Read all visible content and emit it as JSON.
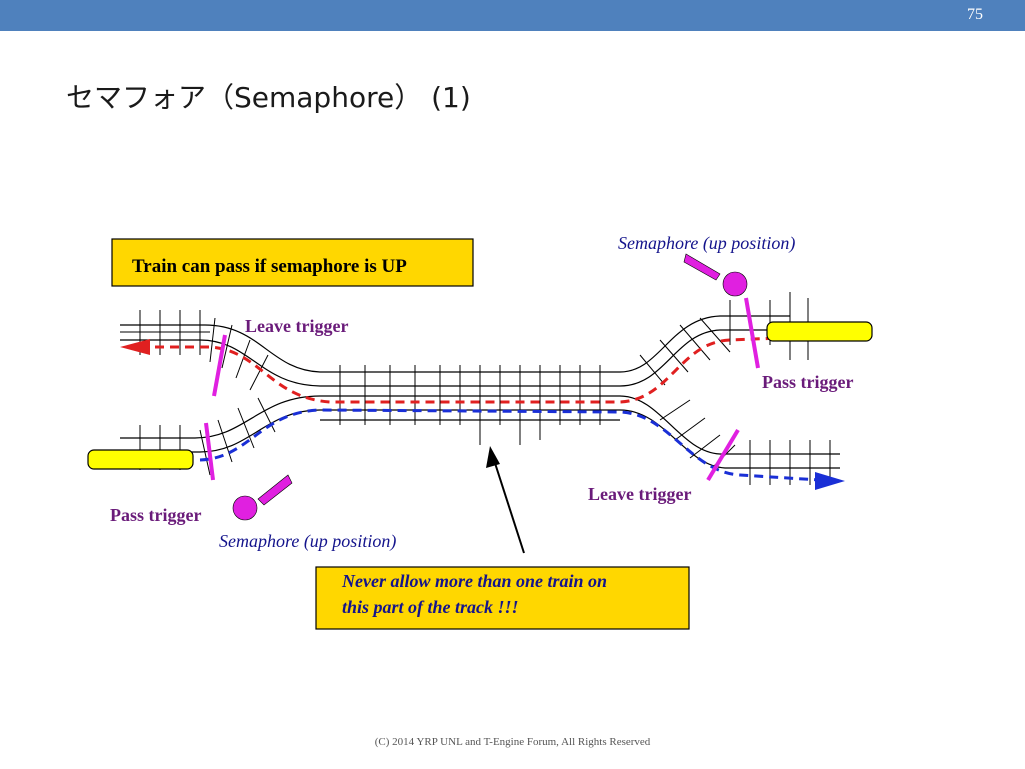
{
  "slide": {
    "number": "75",
    "title": "セマフォア（Semaphore） (1)",
    "footer": "(C) 2014 YRP UNL and T-Engine Forum, All Rights Reserved"
  },
  "diagram": {
    "box_top": "Train can pass if semaphore is UP",
    "box_bottom_line1": "Never allow more than one train on",
    "box_bottom_line2": "this part of the track !!!",
    "semaphore_top_label": "Semaphore (up position)",
    "semaphore_bottom_label": "Semaphore (up position)",
    "leave_trigger_left": "Leave trigger",
    "leave_trigger_right": "Leave trigger",
    "pass_trigger_right": "Pass trigger",
    "pass_trigger_left": "Pass trigger"
  },
  "colors": {
    "header_bar": "#4f81bd",
    "box_fill": "#ffd700",
    "train_fill": "#ffff00",
    "red_route": "#e02020",
    "blue_route": "#1a2fd6",
    "magenta": "#e020e0",
    "label_blue": "#14148c"
  }
}
